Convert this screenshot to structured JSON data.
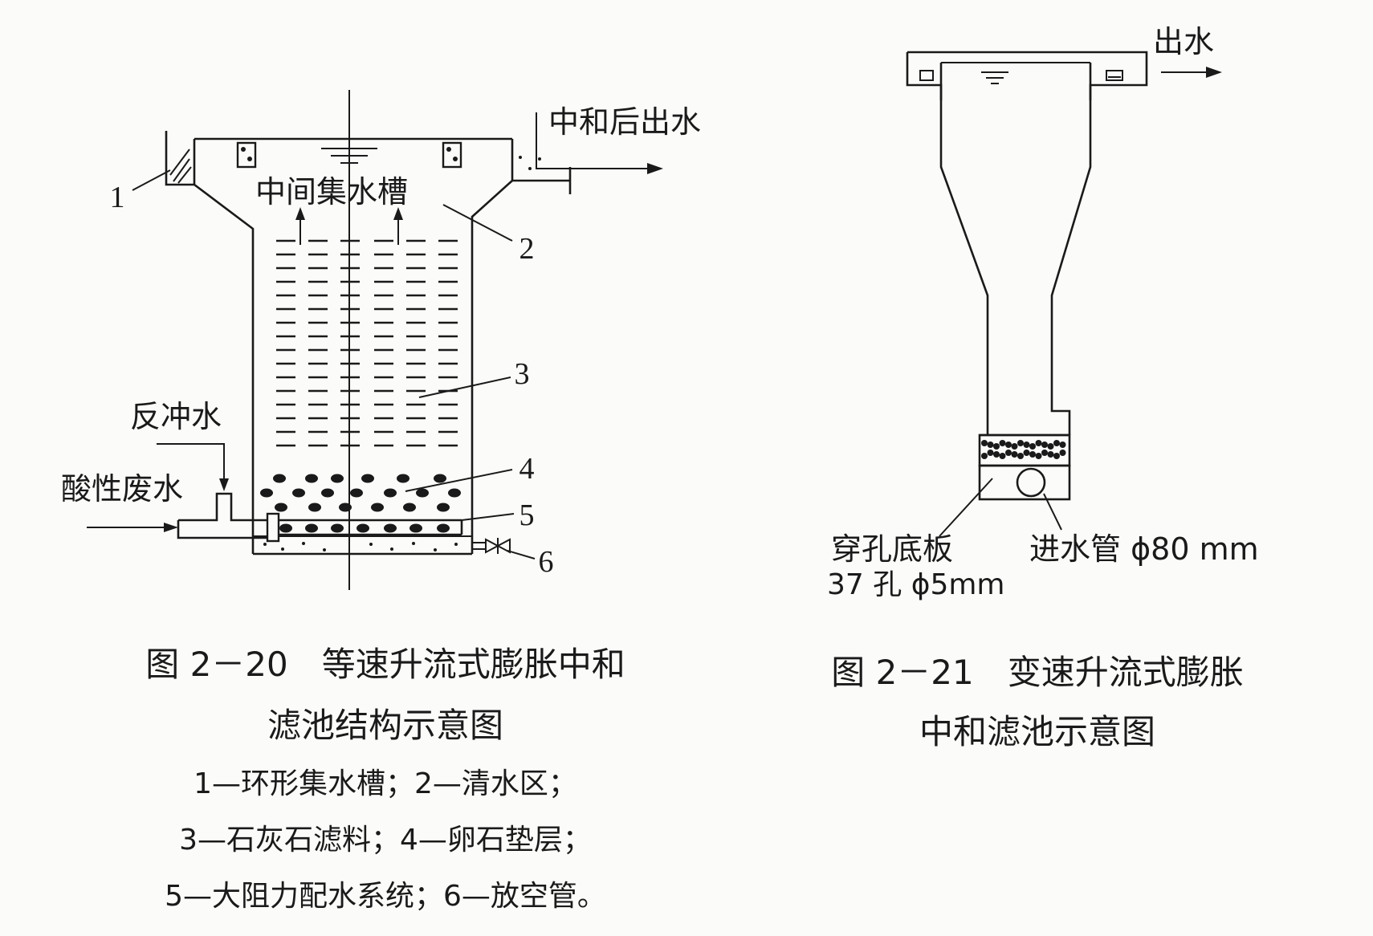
{
  "fig1": {
    "labels": {
      "outlet": "中和后出水",
      "mid_channel": "中间集水槽",
      "backwash": "反冲水",
      "acid_waste": "酸性废水"
    },
    "callouts": [
      "1",
      "2",
      "3",
      "4",
      "5",
      "6"
    ],
    "caption_line1": "图 2－20　等速升流式膨胀中和",
    "caption_line2": "滤池结构示意图",
    "legend_line1": "1—环形集水槽；2—清水区；",
    "legend_line2": "3—石灰石滤料；4—卵石垫层；",
    "legend_line3": "5—大阻力配水系统；6—放空管。"
  },
  "fig2": {
    "labels": {
      "outlet": "出水",
      "perforated_plate": "穿孔底板",
      "holes": "37 孔 ϕ5mm",
      "inlet_pipe": "进水管 ϕ80 mm"
    },
    "caption_line1": "图 2－21　变速升流式膨胀",
    "caption_line2": "中和滤池示意图"
  }
}
